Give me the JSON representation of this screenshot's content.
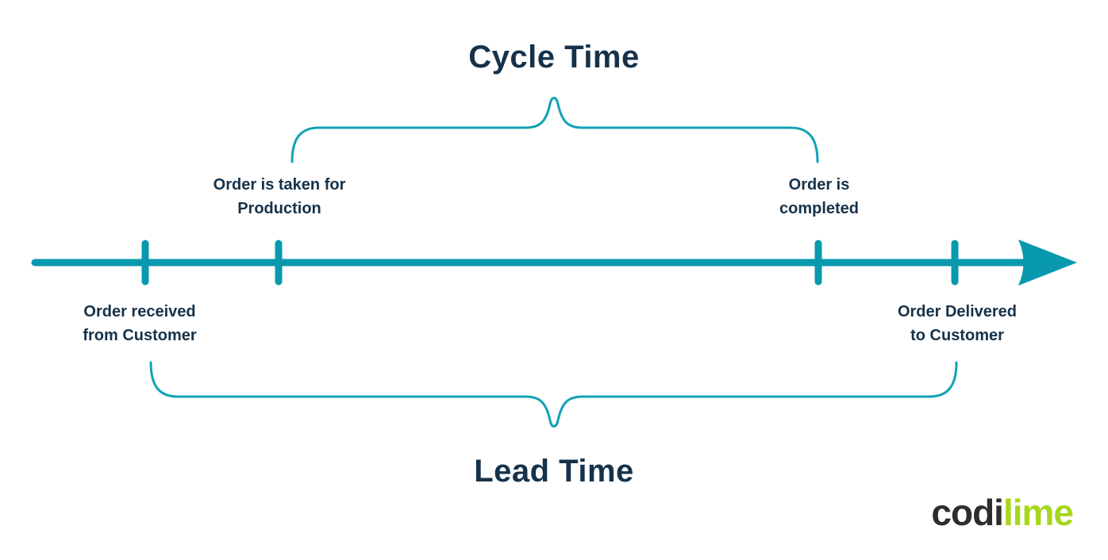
{
  "diagram": {
    "cycle_time_title": "Cycle Time",
    "lead_time_title": "Lead Time",
    "events": {
      "production_start": "Order is taken for\nProduction",
      "completed": "Order is\ncompleted",
      "received": "Order received\nfrom Customer",
      "delivered": "Order Delivered\nto Customer"
    },
    "icons": {
      "timeline": "arrow-right-timeline",
      "cycle_brace": "curly-brace-up",
      "lead_brace": "curly-brace-down"
    }
  },
  "colors": {
    "teal": "#0899ae",
    "brace_teal": "#12a2b6",
    "navy_text": "#16324a",
    "logo_dark": "#2d2d2d",
    "logo_lime": "#a6d71c"
  },
  "logo": {
    "prefix": "codi",
    "suffix": "lime"
  }
}
